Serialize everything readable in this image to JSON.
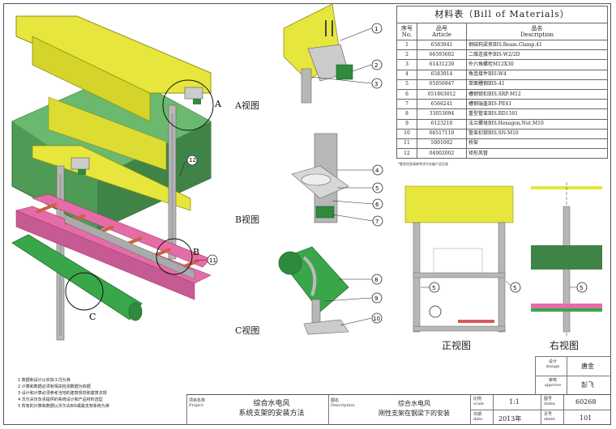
{
  "bom": {
    "title": "材料表（Bill of Materials）",
    "headers": {
      "no_cn": "序号",
      "no_en": "No.",
      "art_cn": "品号",
      "art_en": "Article",
      "desc_cn": "品名",
      "desc_en": "Description"
    },
    "rows": [
      {
        "no": "1",
        "article": "6583941",
        "desc": "钢结构梁夹BIS.Beam.Clamp.41"
      },
      {
        "no": "2",
        "article": "66593602",
        "desc": "二维连接件BIS-W2/2D"
      },
      {
        "no": "3",
        "article": "61431230",
        "desc": "外六角螺栓M12X30"
      },
      {
        "no": "4",
        "article": "6583914",
        "desc": "角连接件BIS-W4"
      },
      {
        "no": "5",
        "article": "65056947",
        "desc": "单面槽钢BIS-41"
      },
      {
        "no": "6",
        "article": "651863012",
        "desc": "槽钢锁扣BIS.SRP-M12"
      },
      {
        "no": "7",
        "article": "6566241",
        "desc": "槽钢端盖BIS-PE41"
      },
      {
        "no": "8",
        "article": "33053094",
        "desc": "重型管束BIS.BD1501"
      },
      {
        "no": "9",
        "article": "6123210",
        "desc": "法兰螺母BIS.Hexagon.Nut.M10"
      },
      {
        "no": "10",
        "article": "66517110",
        "desc": "管束扣锁BIS.SN-M10"
      },
      {
        "no": "11",
        "article": "5001002",
        "desc": "桥架"
      },
      {
        "no": "12",
        "article": "04002002",
        "desc": "矩形风管"
      }
    ],
    "note": "*更多信息请参考沃尔夫破产品目录"
  },
  "views": {
    "a": "A视图",
    "b": "B视图",
    "c": "C视图",
    "front": "正视图",
    "side": "右视图"
  },
  "detail_labels": {
    "A": "A",
    "B": "B",
    "C": "C"
  },
  "callouts": [
    "1",
    "2",
    "3",
    "4",
    "5",
    "6",
    "7",
    "8",
    "9",
    "10",
    "11",
    "12"
  ],
  "notes": [
    "1  数据和设计以实际工况为准",
    "2  计算和数据必须有相关检测数据为依据",
    "3  设计和计算必须参考当地的建筑规范和建筑法规",
    "4  沃尔夫仅负责提供的系统设计和产品材料选型",
    "5  所有的计算和数据以沃尔夫BIS或最支架系统为准"
  ],
  "title_block": {
    "project_cn": "项目名称",
    "project_en": "Project",
    "project_line1": "综合水电风",
    "project_line2": "系统支架的安装方法",
    "desc_cn": "图名",
    "desc_en": "Description",
    "desc_line1": "综合水电风",
    "desc_line2": "刚性支架在钢梁下的安装",
    "scale_cn": "比例",
    "scale_en": "scale",
    "scale": "1:1",
    "date_cn": "日期",
    "date_en": "date",
    "date": "2013年",
    "index_cn": "图号",
    "index_en": "index",
    "index": "60268",
    "sheet_cn": "页号",
    "sheet_en": "sheet",
    "sheet": "101",
    "design_cn": "设计",
    "design_en": "design",
    "designer": "唐金",
    "approve_cn": "审核",
    "approve_en": "approve",
    "approver": "彭飞"
  }
}
